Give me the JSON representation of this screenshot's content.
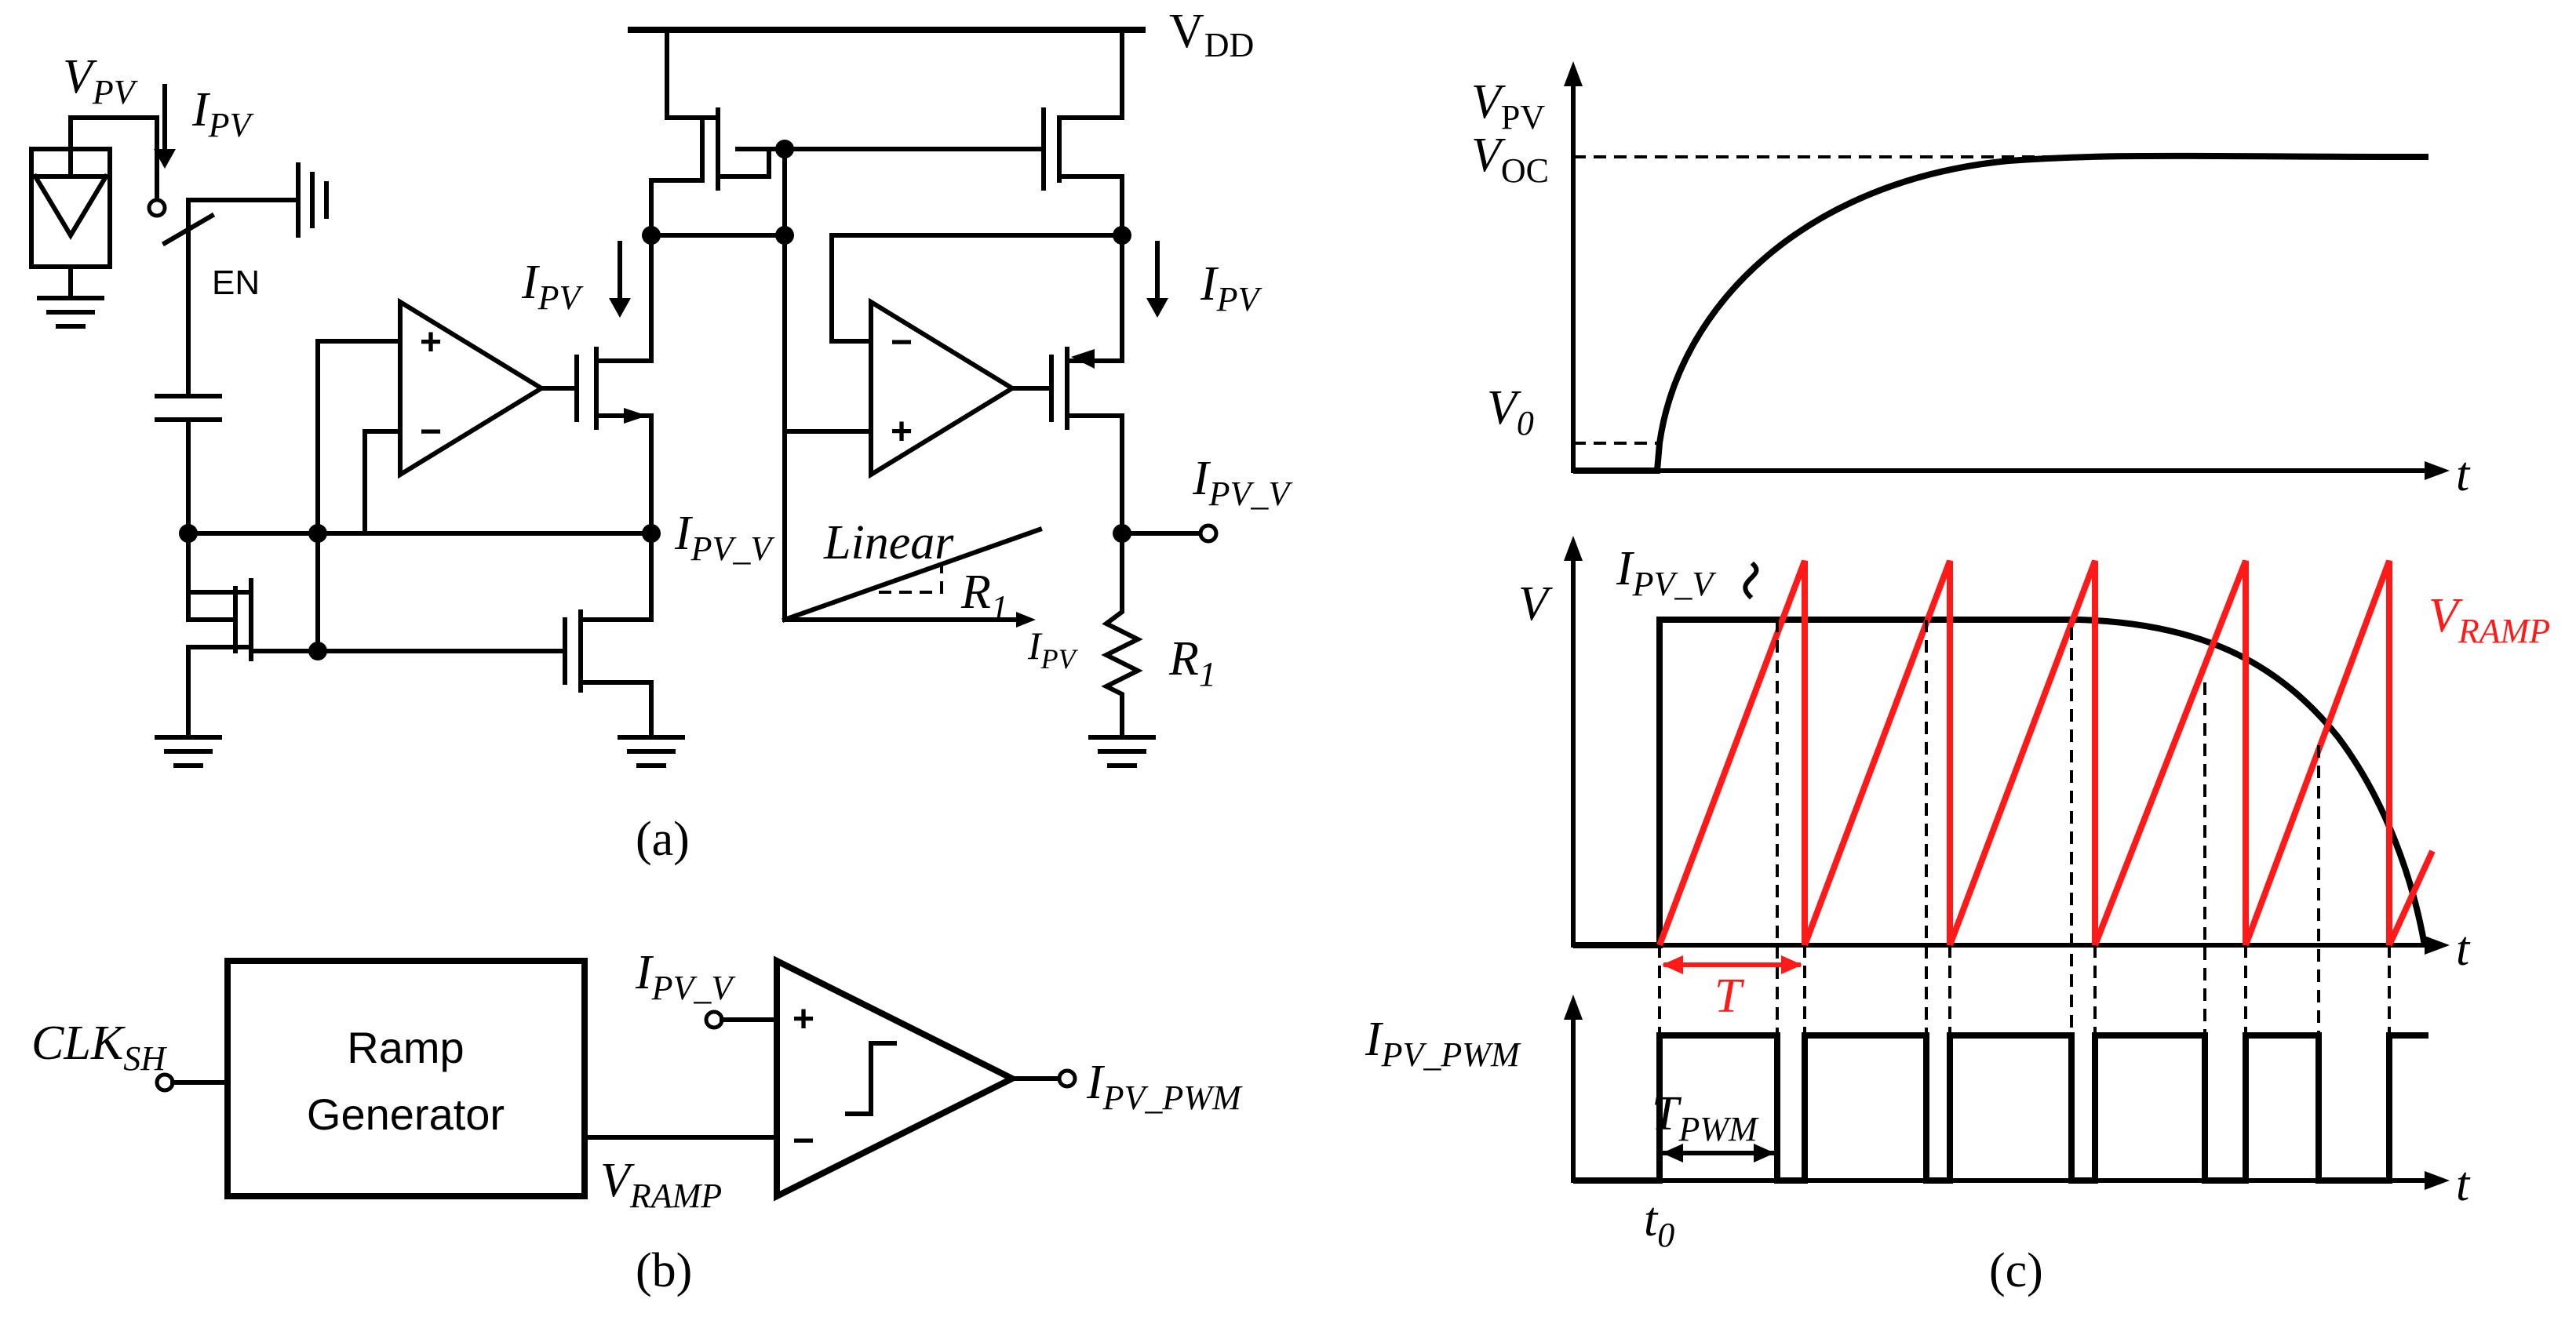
{
  "panel_a": {
    "caption": "(a)",
    "vdd": "V",
    "vdd_sub": "DD",
    "vpv": "V",
    "vpv_sub": "PV",
    "ipv_top": "I",
    "ipv_top_sub": "PV",
    "en": "EN",
    "ipv_left": "I",
    "ipv_left_sub": "PV",
    "ipv_right": "I",
    "ipv_right_sub": "PV",
    "ipvv_node": "I",
    "ipvv_node_sub": "PV_V",
    "ipvv_out": "I",
    "ipvv_out_sub": "PV_V",
    "inset_linear": "Linear",
    "inset_r1": "R",
    "inset_r1_sub": "1",
    "inset_ipv": "I",
    "inset_ipv_sub": "PV",
    "r1": "R",
    "r1_sub": "1",
    "opamp_left_plus": "+",
    "opamp_left_minus": "−",
    "opamp_right_minus": "−",
    "opamp_right_plus": "+"
  },
  "panel_b": {
    "caption": "(b)",
    "clk": "CLK",
    "clk_sub": "SH",
    "ramp_line1": "Ramp",
    "ramp_line2": "Generator",
    "ipvv": "I",
    "ipvv_sub": "PV_V",
    "vramp": "V",
    "vramp_sub": "RAMP",
    "out": "I",
    "out_sub": "PV_PWM",
    "plus": "+",
    "minus": "−"
  },
  "panel_c": {
    "caption": "(c)",
    "vpv": "V",
    "vpv_sub": "PV",
    "voc": "V",
    "voc_sub": "OC",
    "v0": "V",
    "v0_sub": "0",
    "t_axis": "t",
    "v_axis": "V",
    "ipvv": "I",
    "ipvv_sub": "PV_V",
    "vramp": "V",
    "vramp_sub": "RAMP",
    "period": "T",
    "ipvpwm": "I",
    "ipvpwm_sub": "PV_PWM",
    "tpwm": "T",
    "tpwm_sub": "PWM",
    "t0": "t",
    "t0_sub": "0",
    "colors": {
      "ramp": "#ff1a1a",
      "trace": "#000000"
    }
  }
}
